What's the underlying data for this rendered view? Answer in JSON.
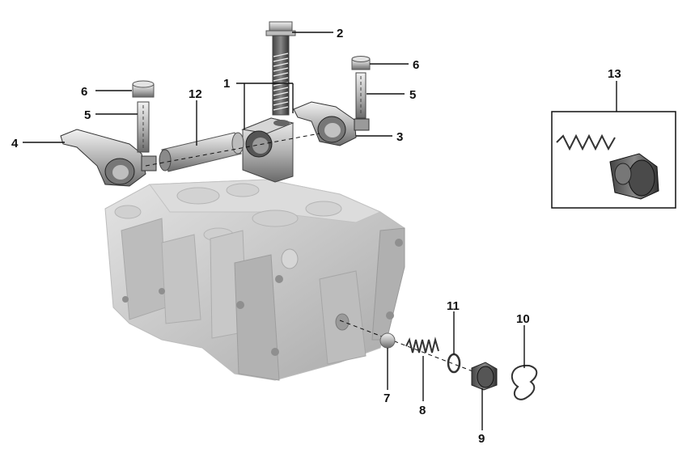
{
  "callouts": {
    "c1": "1",
    "c2": "2",
    "c3": "3",
    "c4": "4",
    "c5a": "5",
    "c5b": "5",
    "c6a": "6",
    "c6b": "6",
    "c7": "7",
    "c8": "8",
    "c9": "9",
    "c10": "10",
    "c11": "11",
    "c12": "12",
    "c13": "13"
  },
  "colors": {
    "part_fill": "#c9c9c9",
    "part_dark": "#6e6e6e",
    "part_light": "#e6e6e6",
    "line": "#111111"
  }
}
